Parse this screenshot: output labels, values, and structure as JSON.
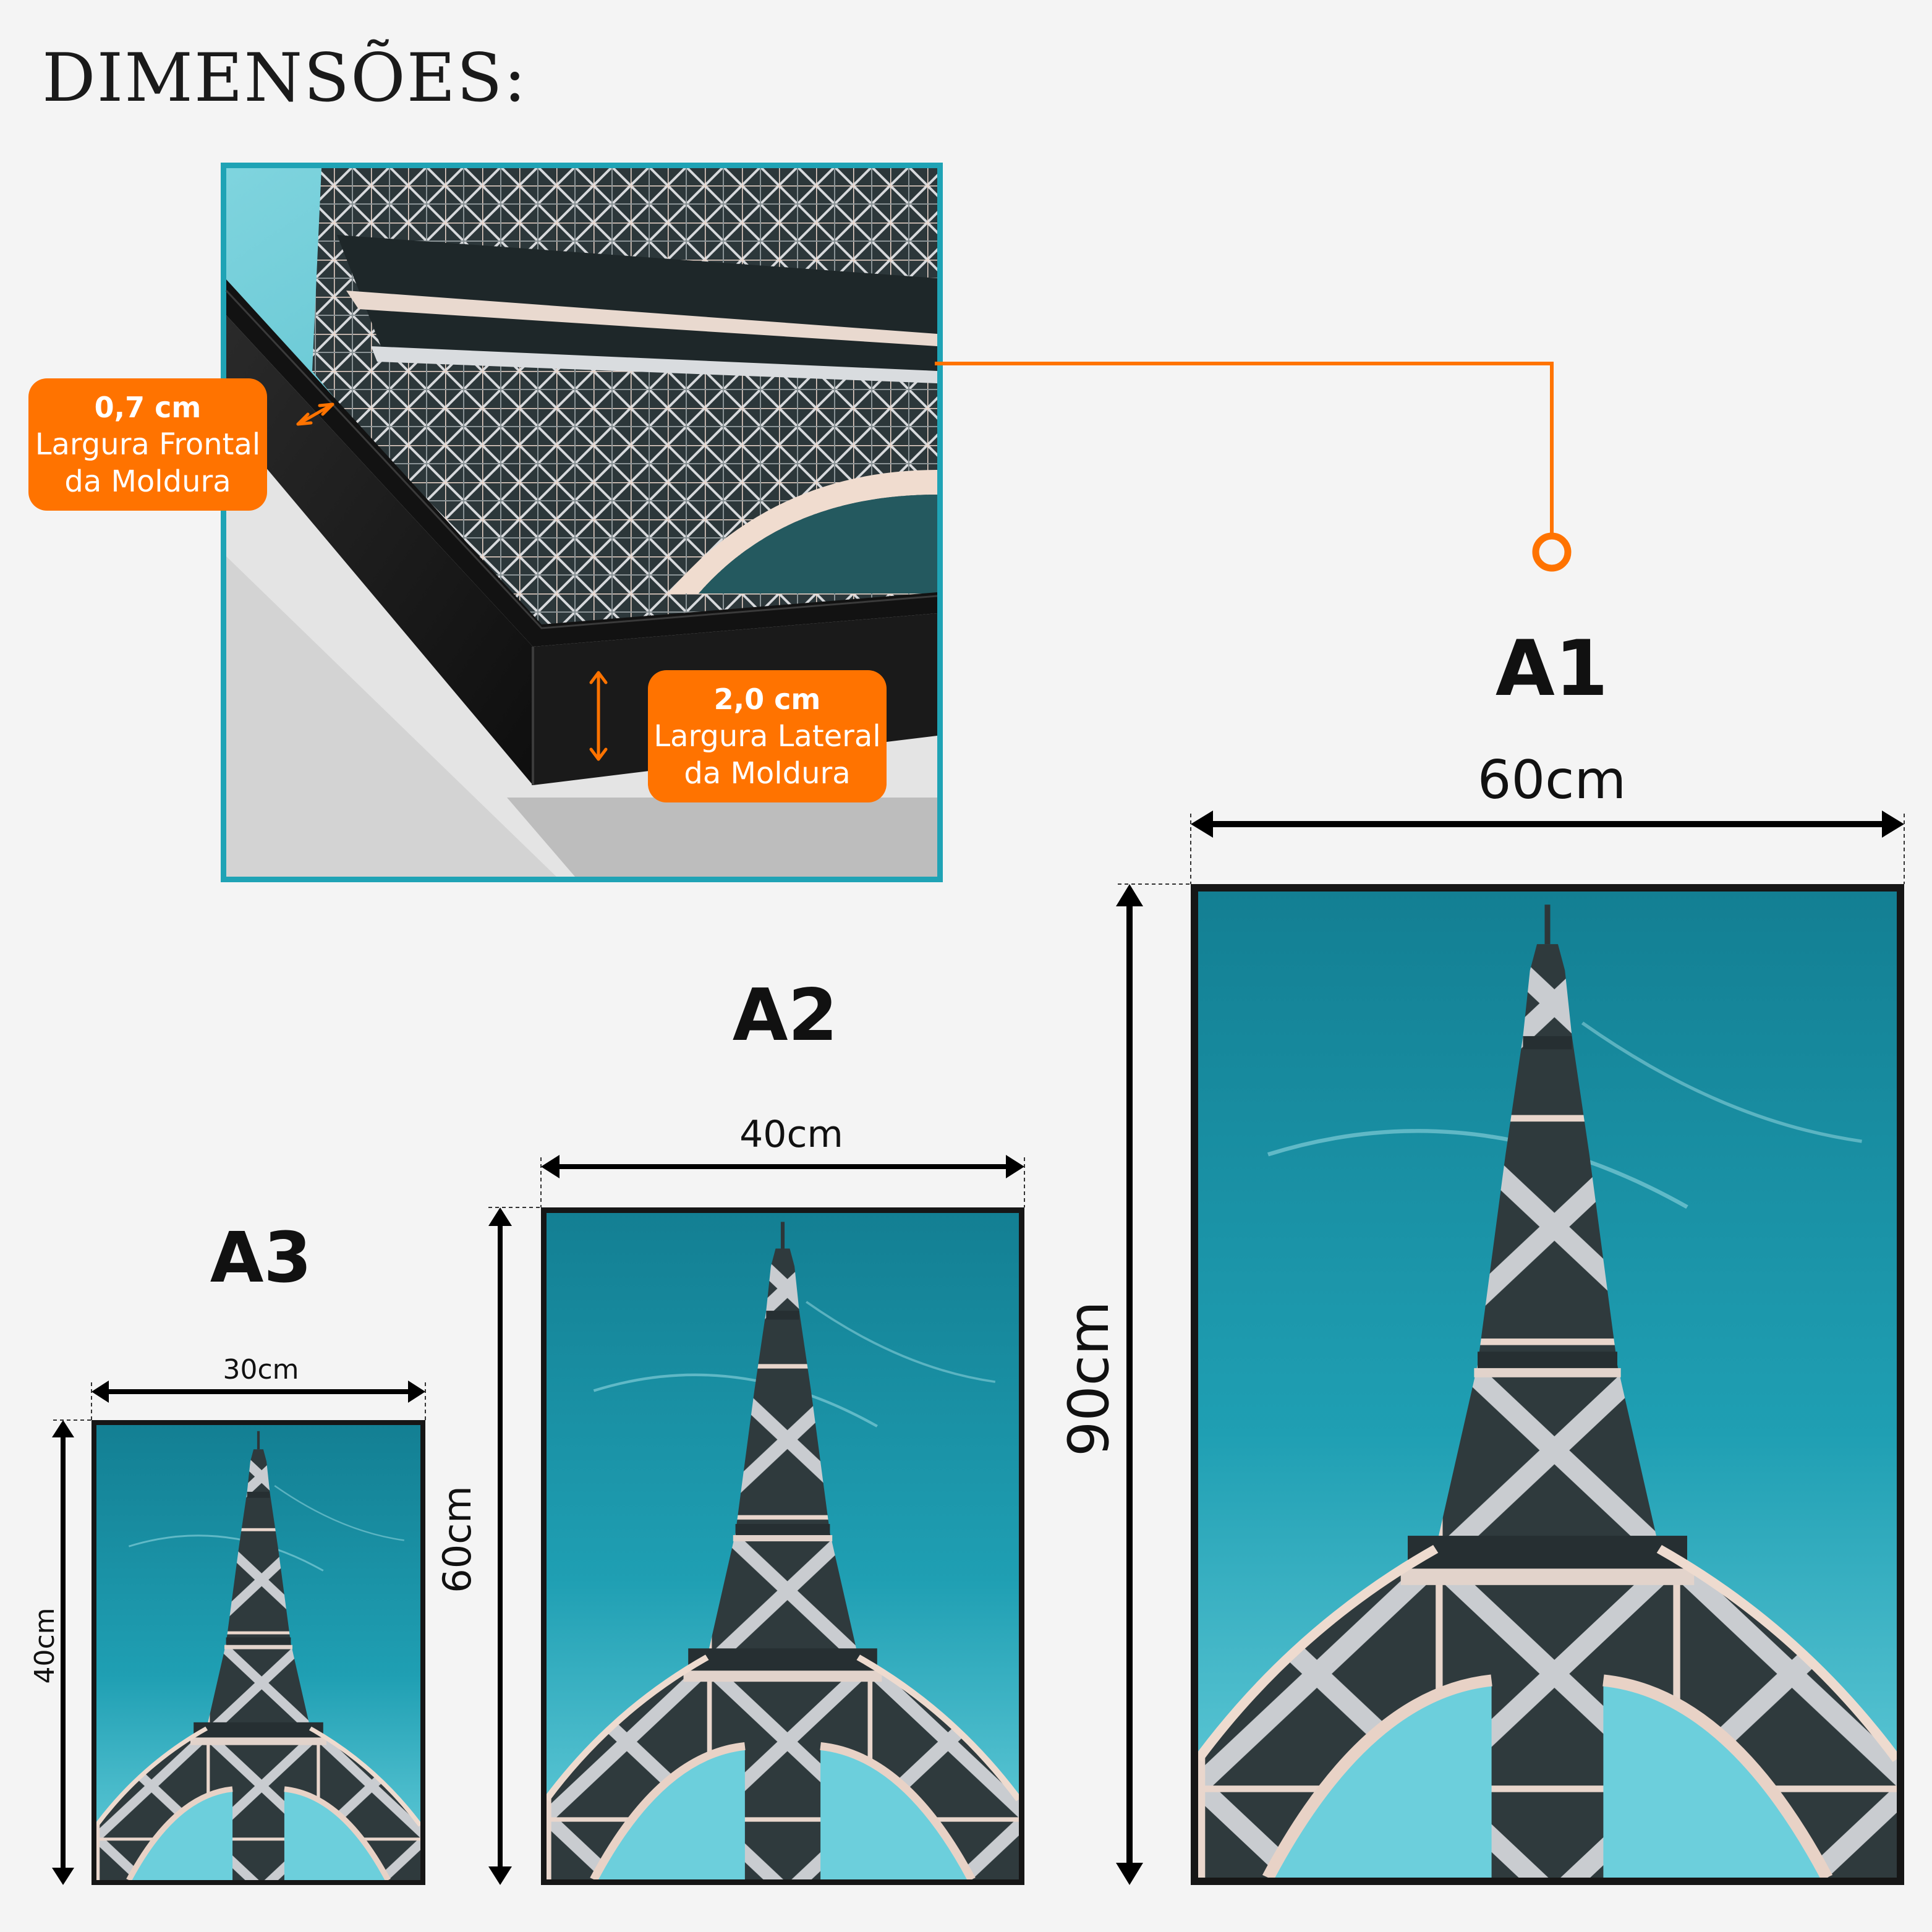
{
  "page": {
    "title": "DIMENSÕES:"
  },
  "detail": {
    "frontal_value": "0,7 cm",
    "frontal_line1": "Largura Frontal",
    "frontal_line2": "da Moldura",
    "lateral_value": "2,0 cm",
    "lateral_line1": "Largura Lateral",
    "lateral_line2": "da Moldura"
  },
  "sizes": [
    {
      "name": "A3",
      "width_label": "30cm",
      "height_label": "40cm"
    },
    {
      "name": "A2",
      "width_label": "40cm",
      "height_label": "60cm"
    },
    {
      "name": "A1",
      "width_label": "60cm",
      "height_label": "90cm"
    }
  ],
  "colors": {
    "accent": "#ff7300",
    "detail_border": "#1fa3b5",
    "frame": "#161616",
    "sky_light": "#5fc7d6",
    "sky_dark": "#137f93",
    "steel": "#3a4447"
  }
}
